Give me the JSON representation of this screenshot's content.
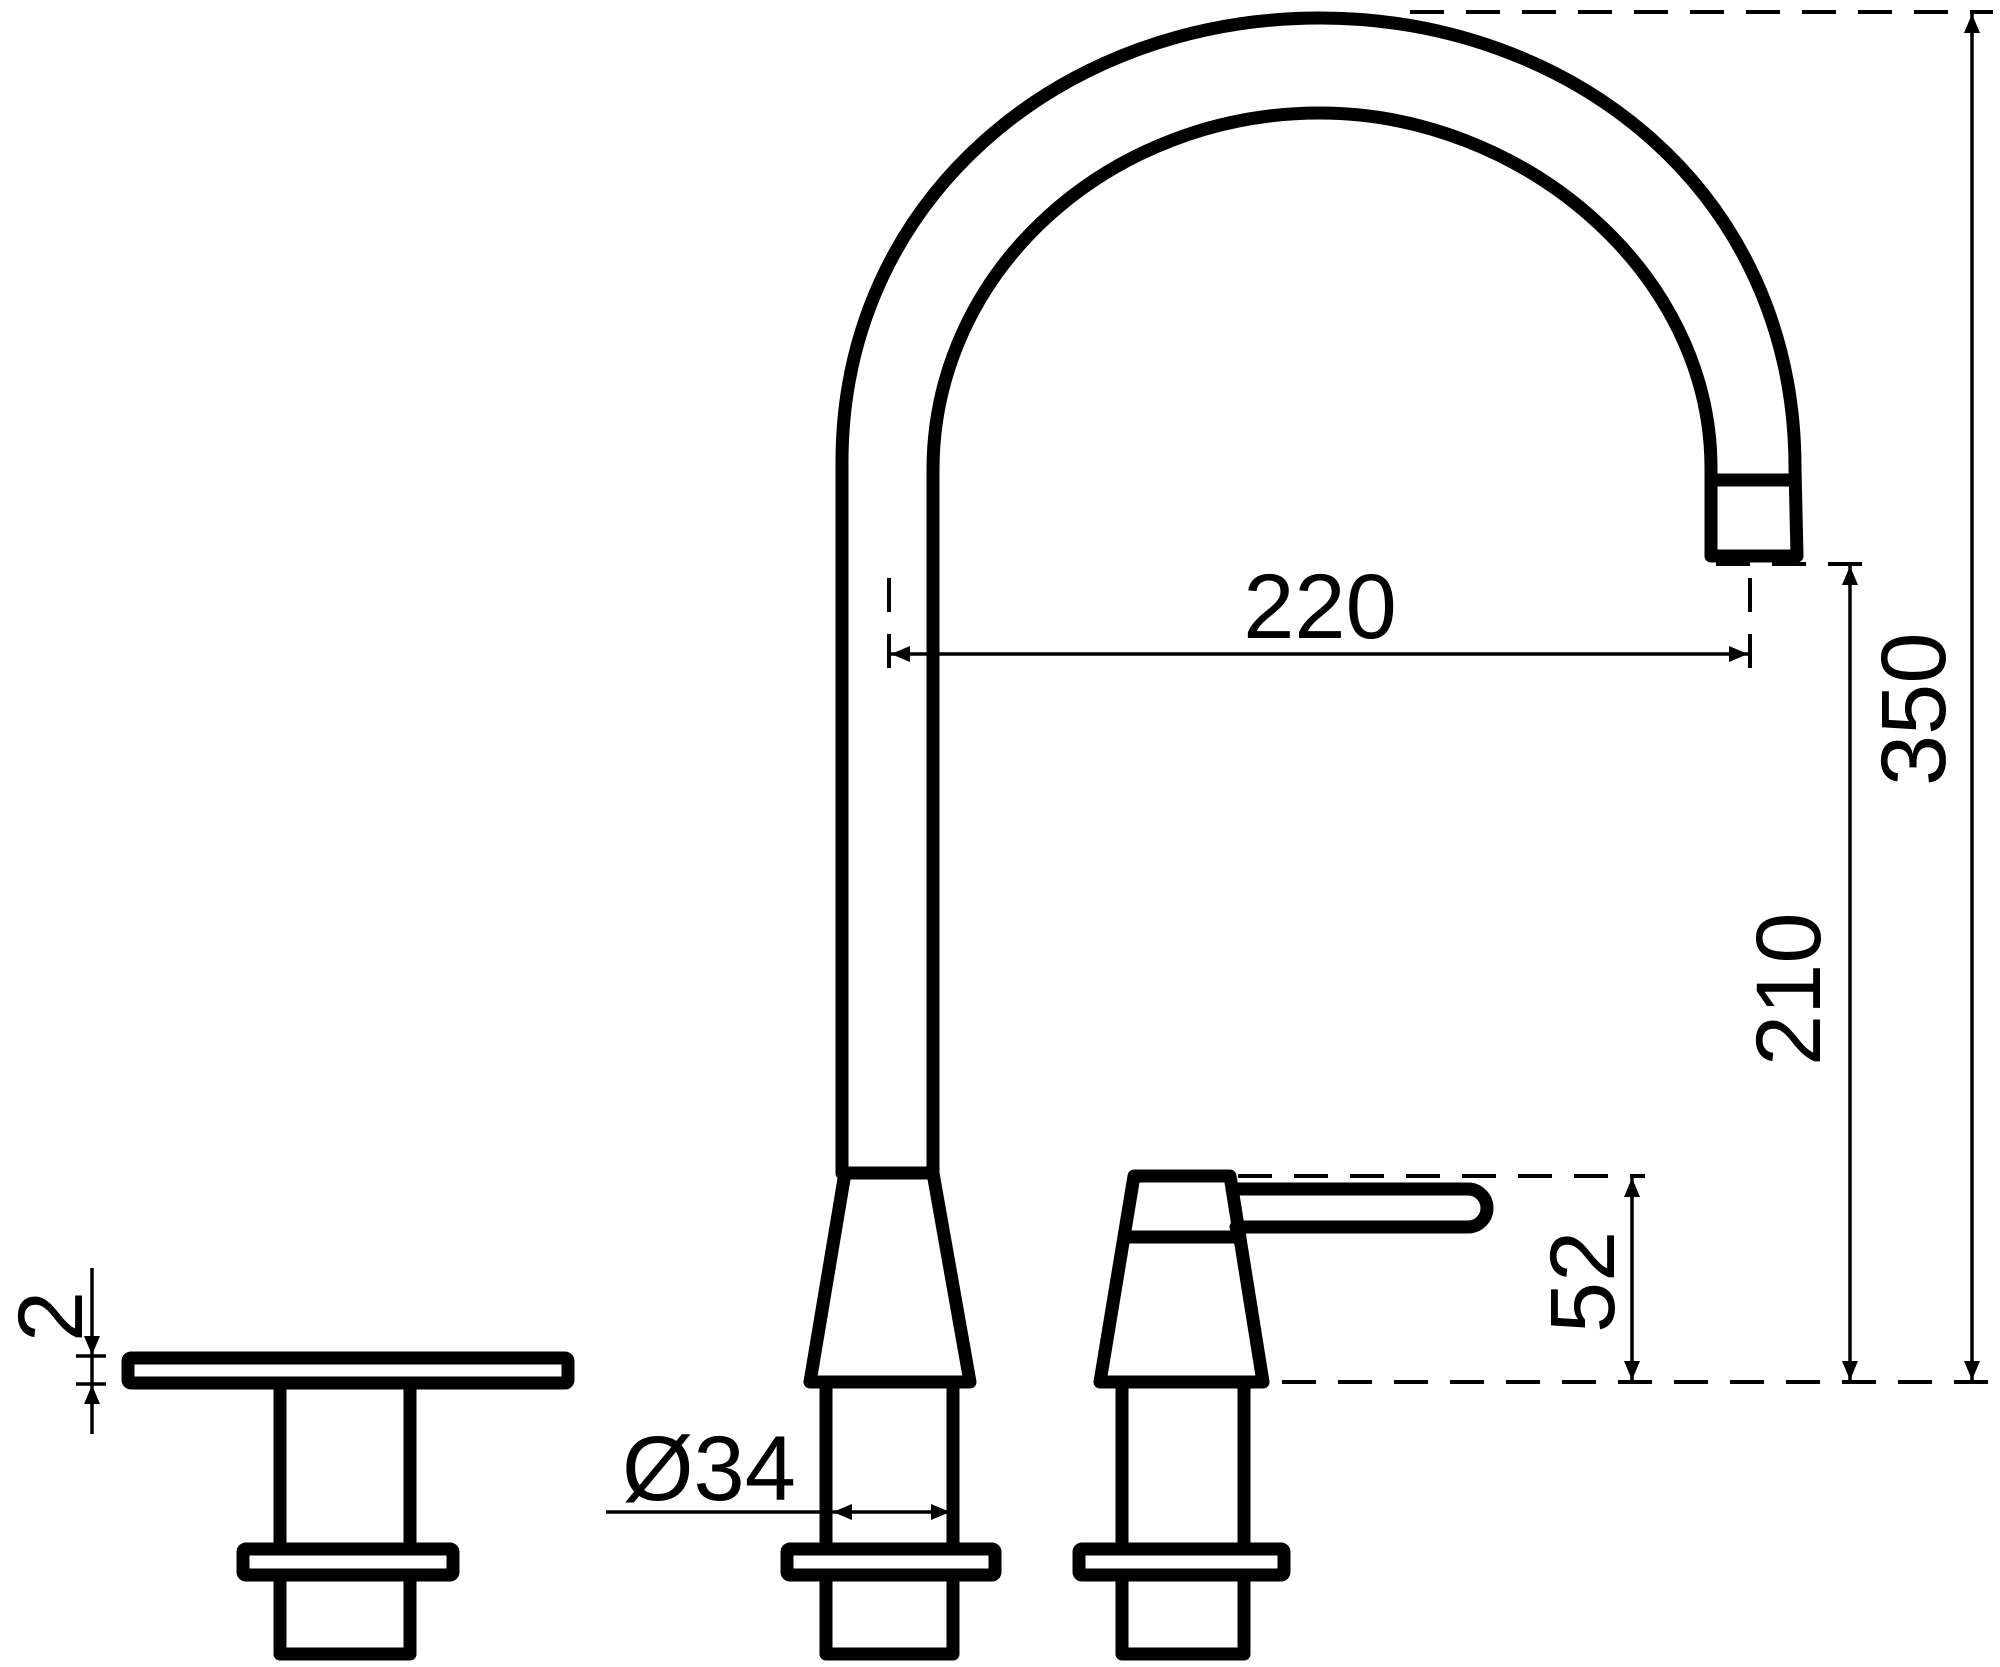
{
  "drawing": {
    "subject": "Three-piece kitchen tap with swivel spout, lever mixer and soap/plate fitting",
    "colors": {
      "line": "#000000",
      "background": "#ffffff"
    }
  },
  "dimensions": {
    "spout_reach": {
      "value": "220",
      "orientation": "horizontal"
    },
    "total_height": {
      "value": "350",
      "orientation": "vertical"
    },
    "outlet_height": {
      "value": "210",
      "orientation": "vertical"
    },
    "lever_height": {
      "value": "52",
      "orientation": "vertical"
    },
    "shank_diameter": {
      "value": "Ø34",
      "orientation": "horizontal"
    },
    "plate_thickness": {
      "value": "2",
      "orientation": "vertical"
    }
  },
  "components": [
    {
      "id": "plate-fitting",
      "label": "Top plate with shank"
    },
    {
      "id": "spout",
      "label": "Swan-neck spout"
    },
    {
      "id": "lever-mixer",
      "label": "Lever mixer valve"
    }
  ]
}
